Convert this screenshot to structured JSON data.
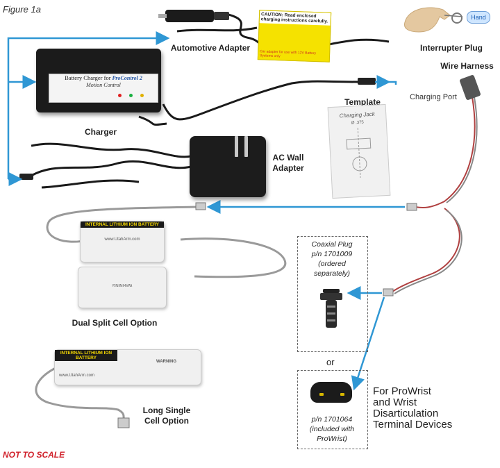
{
  "figure_label": "Figure 1a",
  "footer_note": "NOT TO SCALE",
  "labels": {
    "automotive_adapter": "Automotive Adapter",
    "interrupter_plug": "Interrupter Plug",
    "wire_harness": "Wire Harness",
    "charging_port": "Charging Port",
    "charger": "Charger",
    "template": "Template",
    "ac_wall_adapter_line1": "AC Wall",
    "ac_wall_adapter_line2": "Adapter",
    "dual_split_cell": "Dual Split Cell Option",
    "long_single_line1": "Long Single",
    "long_single_line2": "Cell Option",
    "or": "or"
  },
  "coaxial_plug": {
    "line1": "Coaxial Plug",
    "line2": "p/n 1701009",
    "line3": "(ordered",
    "line4": "separately)"
  },
  "prowrist_part": {
    "line1": "p/n 1701064",
    "line2": "(included with",
    "line3": "ProWrist)"
  },
  "prowrist_note": {
    "line1": "For ProWrist",
    "line2": "and Wrist",
    "line3": "Disarticulation",
    "line4": "Terminal Devices"
  },
  "charger_device": {
    "brand_line": "Battery Charger for",
    "product": "ProControl 2",
    "company": "Motion Control"
  },
  "caution_label": {
    "heading": "CAUTION: Read enclosed charging instructions carefully.",
    "footer": "Car adapter for use with 12V Battery Systems only"
  },
  "template_card": {
    "title": "Charging Jack",
    "dim": "Ø .375"
  },
  "battery_label": {
    "strip": "INTERNAL LITHIUM ION BATTERY",
    "url": "www.UtahArm.com",
    "warning": "WARNING"
  },
  "hand_tag": "Hand",
  "colors": {
    "arrow_blue": "#2f97d4",
    "not_to_scale_red": "#d0202a",
    "caution_yellow": "#f5e200"
  }
}
